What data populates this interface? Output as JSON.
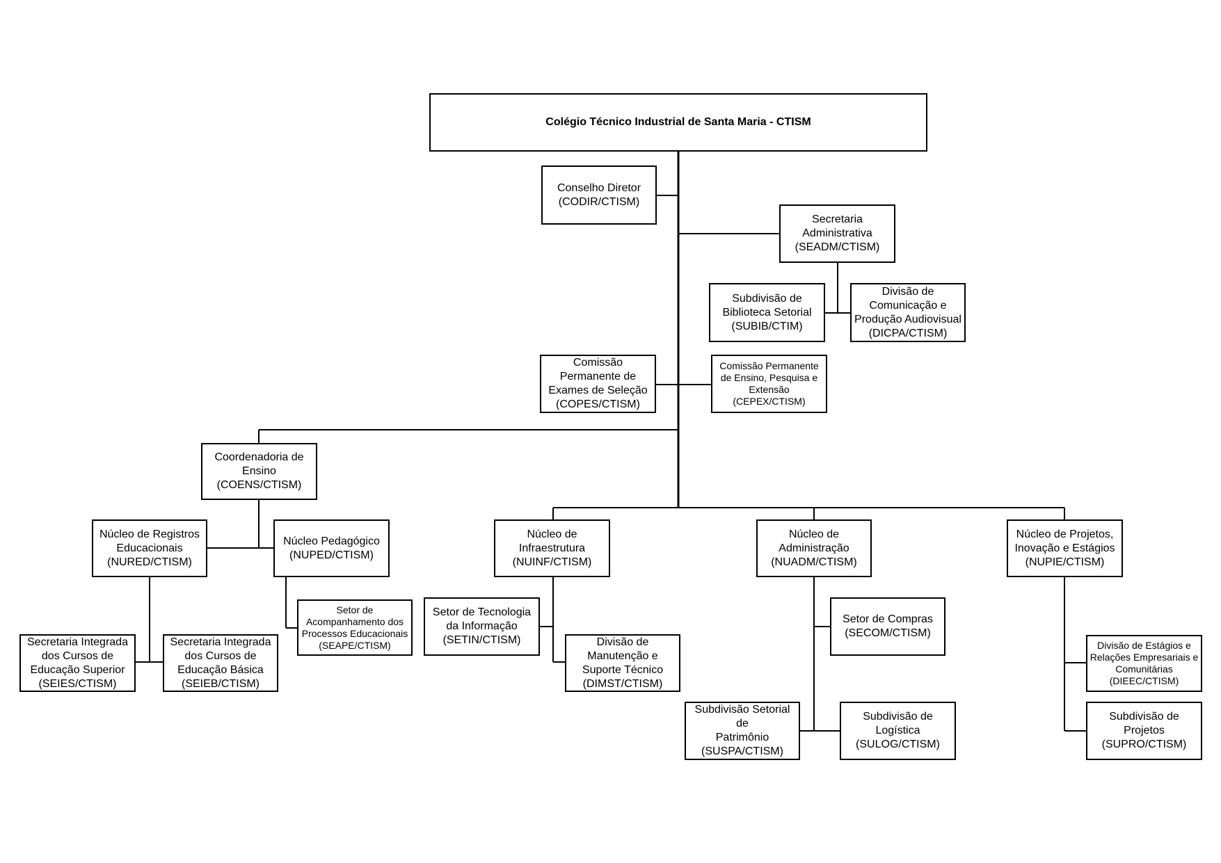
{
  "nodes": {
    "root": "Colégio Técnico Industrial de Santa Maria - CTISM",
    "codir": "Conselho Diretor\n(CODIR/CTISM)",
    "seadm": "Secretaria\nAdministrativa\n(SEADM/CTISM)",
    "subib": "Subdivisão de\nBiblioteca Setorial\n(SUBIB/CTIM)",
    "dicpa": "Divisão de\nComunicação e\nProdução Audiovisual\n(DICPA/CTISM)",
    "copes": "Comissão\nPermanente de\nExames de Seleção\n(COPES/CTISM)",
    "cepex": "Comissão Permanente\nde Ensino, Pesquisa e\nExtensão\n(CEPEX/CTISM)",
    "coens": "Coordenadoria de\nEnsino\n(COENS/CTISM)",
    "nured": "Núcleo de Registros\nEducacionais\n(NURED/CTISM)",
    "nuped": "Núcleo Pedagógico\n(NUPED/CTISM)",
    "seape": "Setor de\nAcompanhamento dos\nProcessos Educacionais\n(SEAPE/CTISM)",
    "seies": "Secretaria Integrada\ndos Cursos de\nEducação Superior\n(SEIES/CTISM)",
    "seieb": "Secretaria Integrada\ndos Cursos de\nEducação Básica\n(SEIEB/CTISM)",
    "nuinf": "Núcleo de\nInfraestrutura\n(NUINF/CTISM)",
    "setin": "Setor de Tecnologia\nda Informação\n(SETIN/CTISM)",
    "dimst": "Divisão de\nManutenção e\nSuporte Técnico\n(DIMST/CTISM)",
    "nuadm": "Núcleo de\nAdministração\n(NUADM/CTISM)",
    "secom": "Setor de Compras\n(SECOM/CTISM)",
    "suspa": "Subdivisão Setorial de\nPatrimônio\n(SUSPA/CTISM)",
    "sulog": "Subdivisão de\nLogística\n(SULOG/CTISM)",
    "nupie": "Núcleo de Projetos,\nInovação e Estágios\n(NUPIE/CTISM)",
    "dieec": "Divisão de Estágios e\nRelações Empresariais e\nComunitárias\n(DIEEC/CTISM)",
    "supro": "Subdivisão de\nProjetos\n(SUPRO/CTISM)"
  }
}
